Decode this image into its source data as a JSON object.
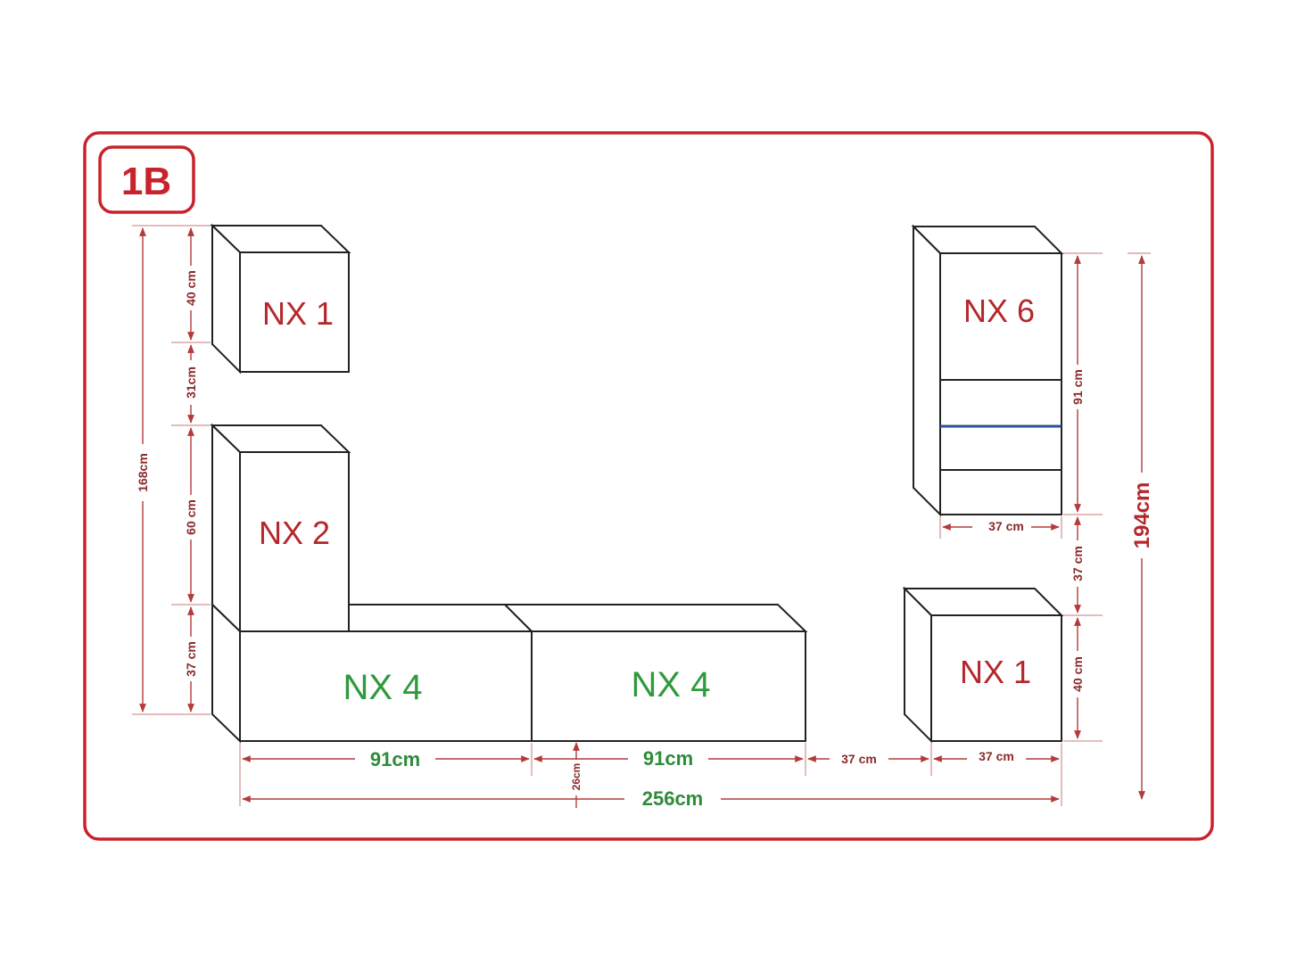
{
  "badge": {
    "label": "1B",
    "border_color": "#c8222a"
  },
  "colors": {
    "frame": "#c8222a",
    "red_label": "#b5272c",
    "green_label": "#2e9a3c",
    "accent_line": "#2b4f9a"
  },
  "modules": {
    "nx1_top": "NX 1",
    "nx2": "NX 2",
    "nx4_left": "NX 4",
    "nx4_right": "NX 4",
    "nx6": "NX 6",
    "nx1_right": "NX 1"
  },
  "dimensions": {
    "left_total": "168cm",
    "nx1_height": "40 cm",
    "gap_31": "31cm",
    "nx2_height": "60 cm",
    "nx4_height": "37 cm",
    "nx4_left_width": "91cm",
    "nx4_right_width": "91cm",
    "depth": "26cm",
    "gap_37": "37 cm",
    "nx1_right_width": "37 cm",
    "total_width": "256cm",
    "nx6_width": "37 cm",
    "nx6_height": "91 cm",
    "gap_right_37": "37 cm",
    "nx1_right_height": "40 cm",
    "right_total": "194cm"
  }
}
